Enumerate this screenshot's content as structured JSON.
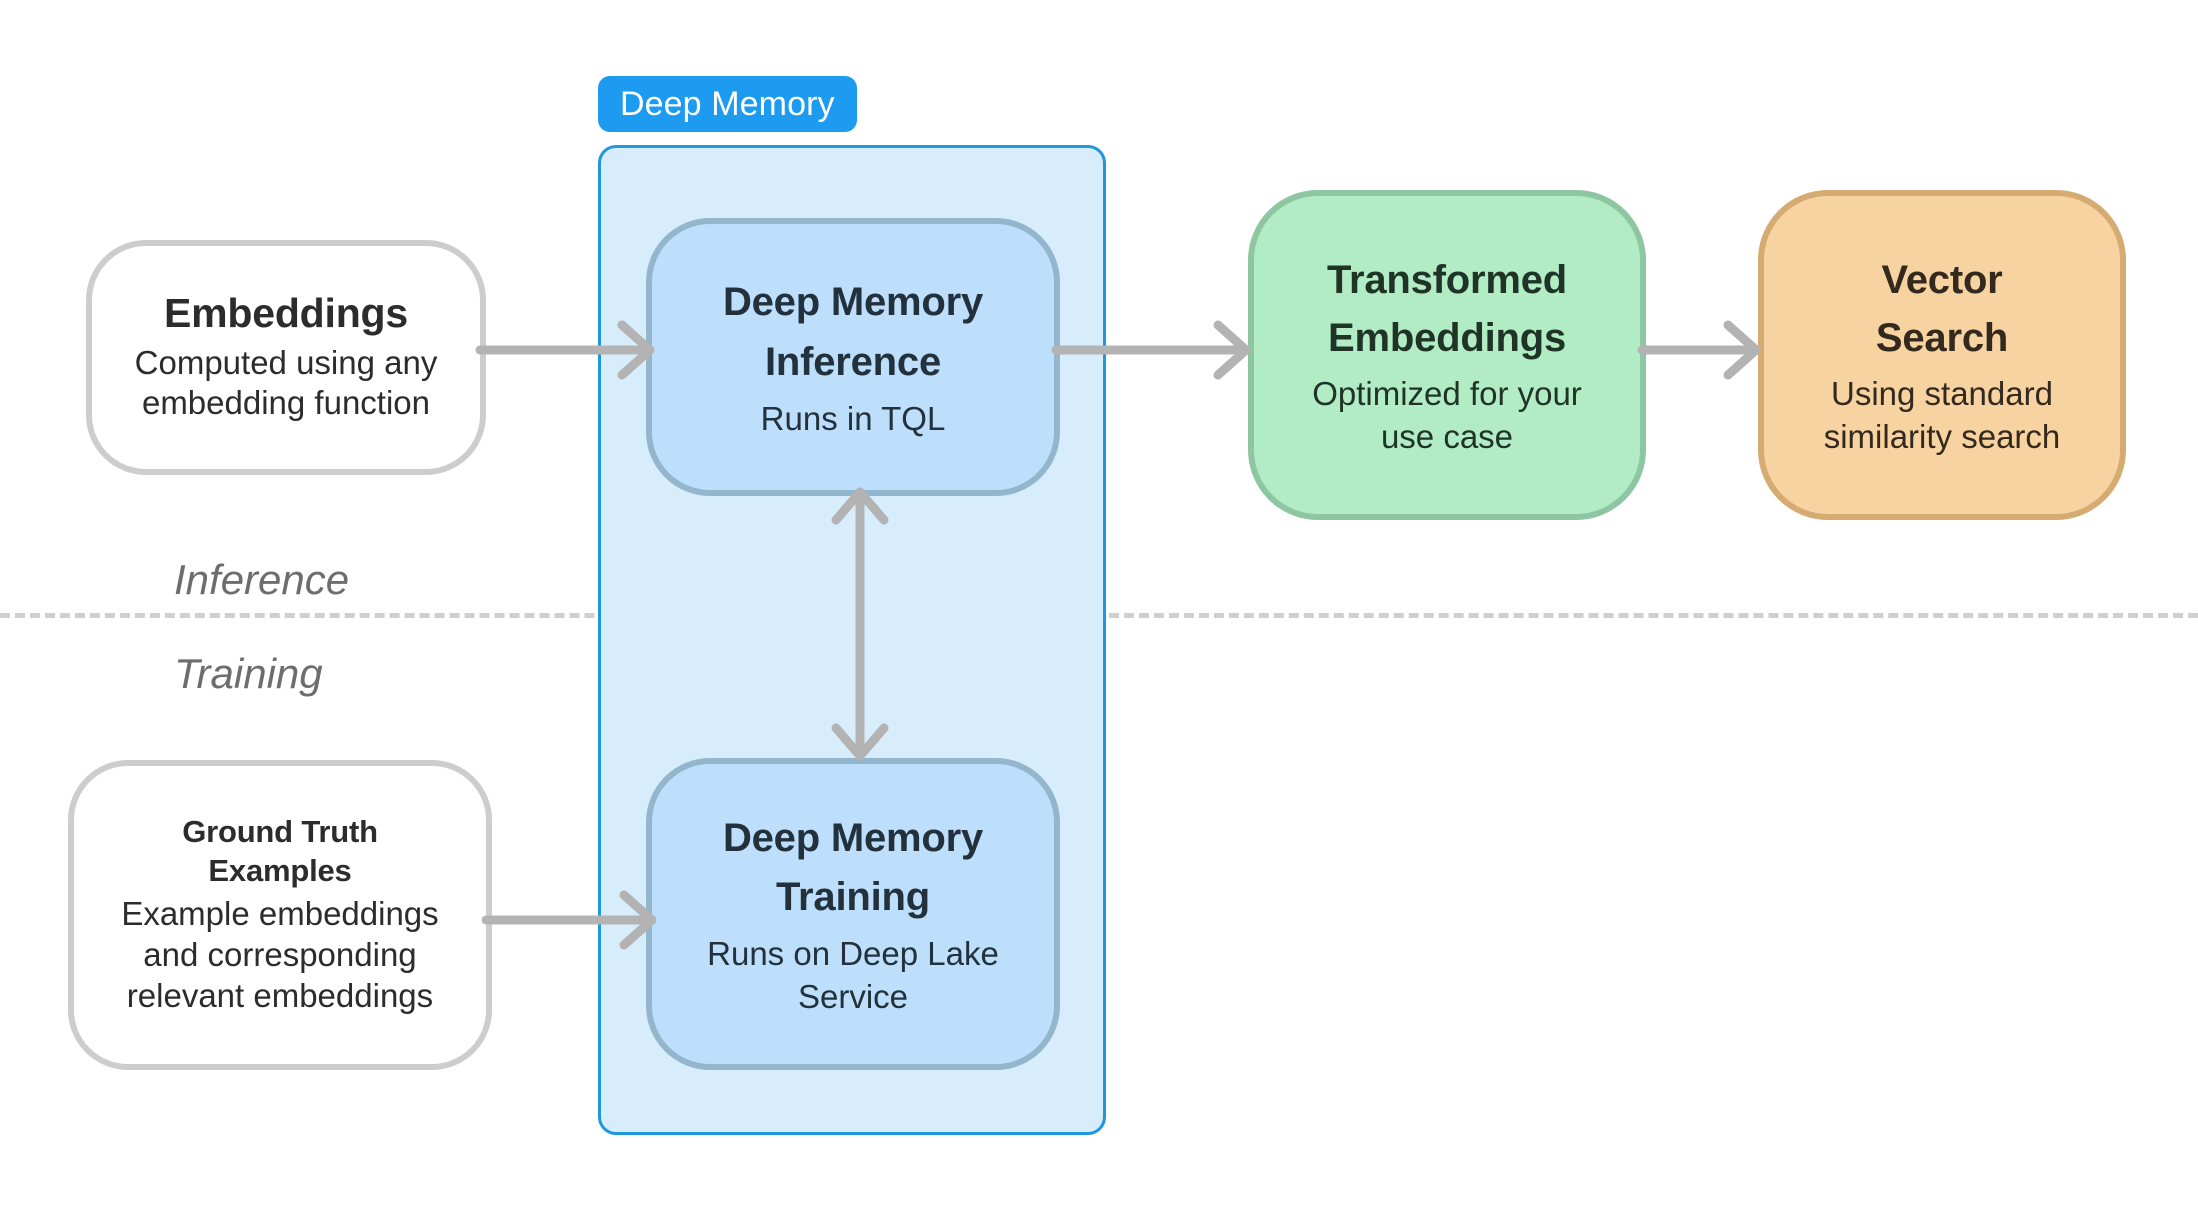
{
  "diagram": {
    "title": "Deep Memory architecture flow",
    "colors": {
      "panel_fill": "#d8edfc",
      "panel_border": "#1f97dd",
      "tag_fill": "#1c9bf0",
      "blue_node_fill": "#bddffb",
      "blue_node_border": "#93b6cc",
      "green_node_fill": "#b1ecc5",
      "green_node_border": "#8ec6a1",
      "orange_node_fill": "#f8d3a2",
      "orange_node_border": "#d6ab72",
      "plain_node_border": "#cdcdcd",
      "arrow": "#b3b3b3",
      "divider": "#cfcfcf",
      "stage_label": "#6d6d6d"
    }
  },
  "panel": {
    "tag_label": "Deep Memory"
  },
  "stages": {
    "inference_label": "Inference",
    "training_label": "Training"
  },
  "nodes": {
    "embeddings": {
      "title": "Embeddings",
      "subtitle_line1": "Computed using any",
      "subtitle_line2": "embedding function"
    },
    "ground_truth": {
      "title_line1": "Ground Truth",
      "title_line2": "Examples",
      "subtitle_line1": "Example embeddings",
      "subtitle_line2": "and corresponding",
      "subtitle_line3": "relevant embeddings"
    },
    "deep_memory_inference": {
      "title_line1": "Deep Memory",
      "title_line2": "Inference",
      "subtitle": "Runs in TQL"
    },
    "deep_memory_training": {
      "title_line1": "Deep Memory",
      "title_line2": "Training",
      "subtitle_line1": "Runs on Deep Lake",
      "subtitle_line2": "Service"
    },
    "transformed_embeddings": {
      "title_line1": "Transformed",
      "title_line2": "Embeddings",
      "subtitle_line1": "Optimized for your",
      "subtitle_line2": "use case"
    },
    "vector_search": {
      "title_line1": "Vector",
      "title_line2": "Search",
      "subtitle_line1": "Using standard",
      "subtitle_line2": "similarity search"
    }
  },
  "arrows": [
    {
      "name": "embeddings-to-inference",
      "from": "embeddings",
      "to": "deep_memory_inference",
      "direction": "right"
    },
    {
      "name": "inference-to-transformed",
      "from": "deep_memory_inference",
      "to": "transformed_embeddings",
      "direction": "right"
    },
    {
      "name": "transformed-to-vector-search",
      "from": "transformed_embeddings",
      "to": "vector_search",
      "direction": "right"
    },
    {
      "name": "ground-truth-to-training",
      "from": "ground_truth",
      "to": "deep_memory_training",
      "direction": "right"
    },
    {
      "name": "inference-training-link",
      "from": "deep_memory_training",
      "to": "deep_memory_inference",
      "direction": "bidirectional-vertical"
    }
  ]
}
